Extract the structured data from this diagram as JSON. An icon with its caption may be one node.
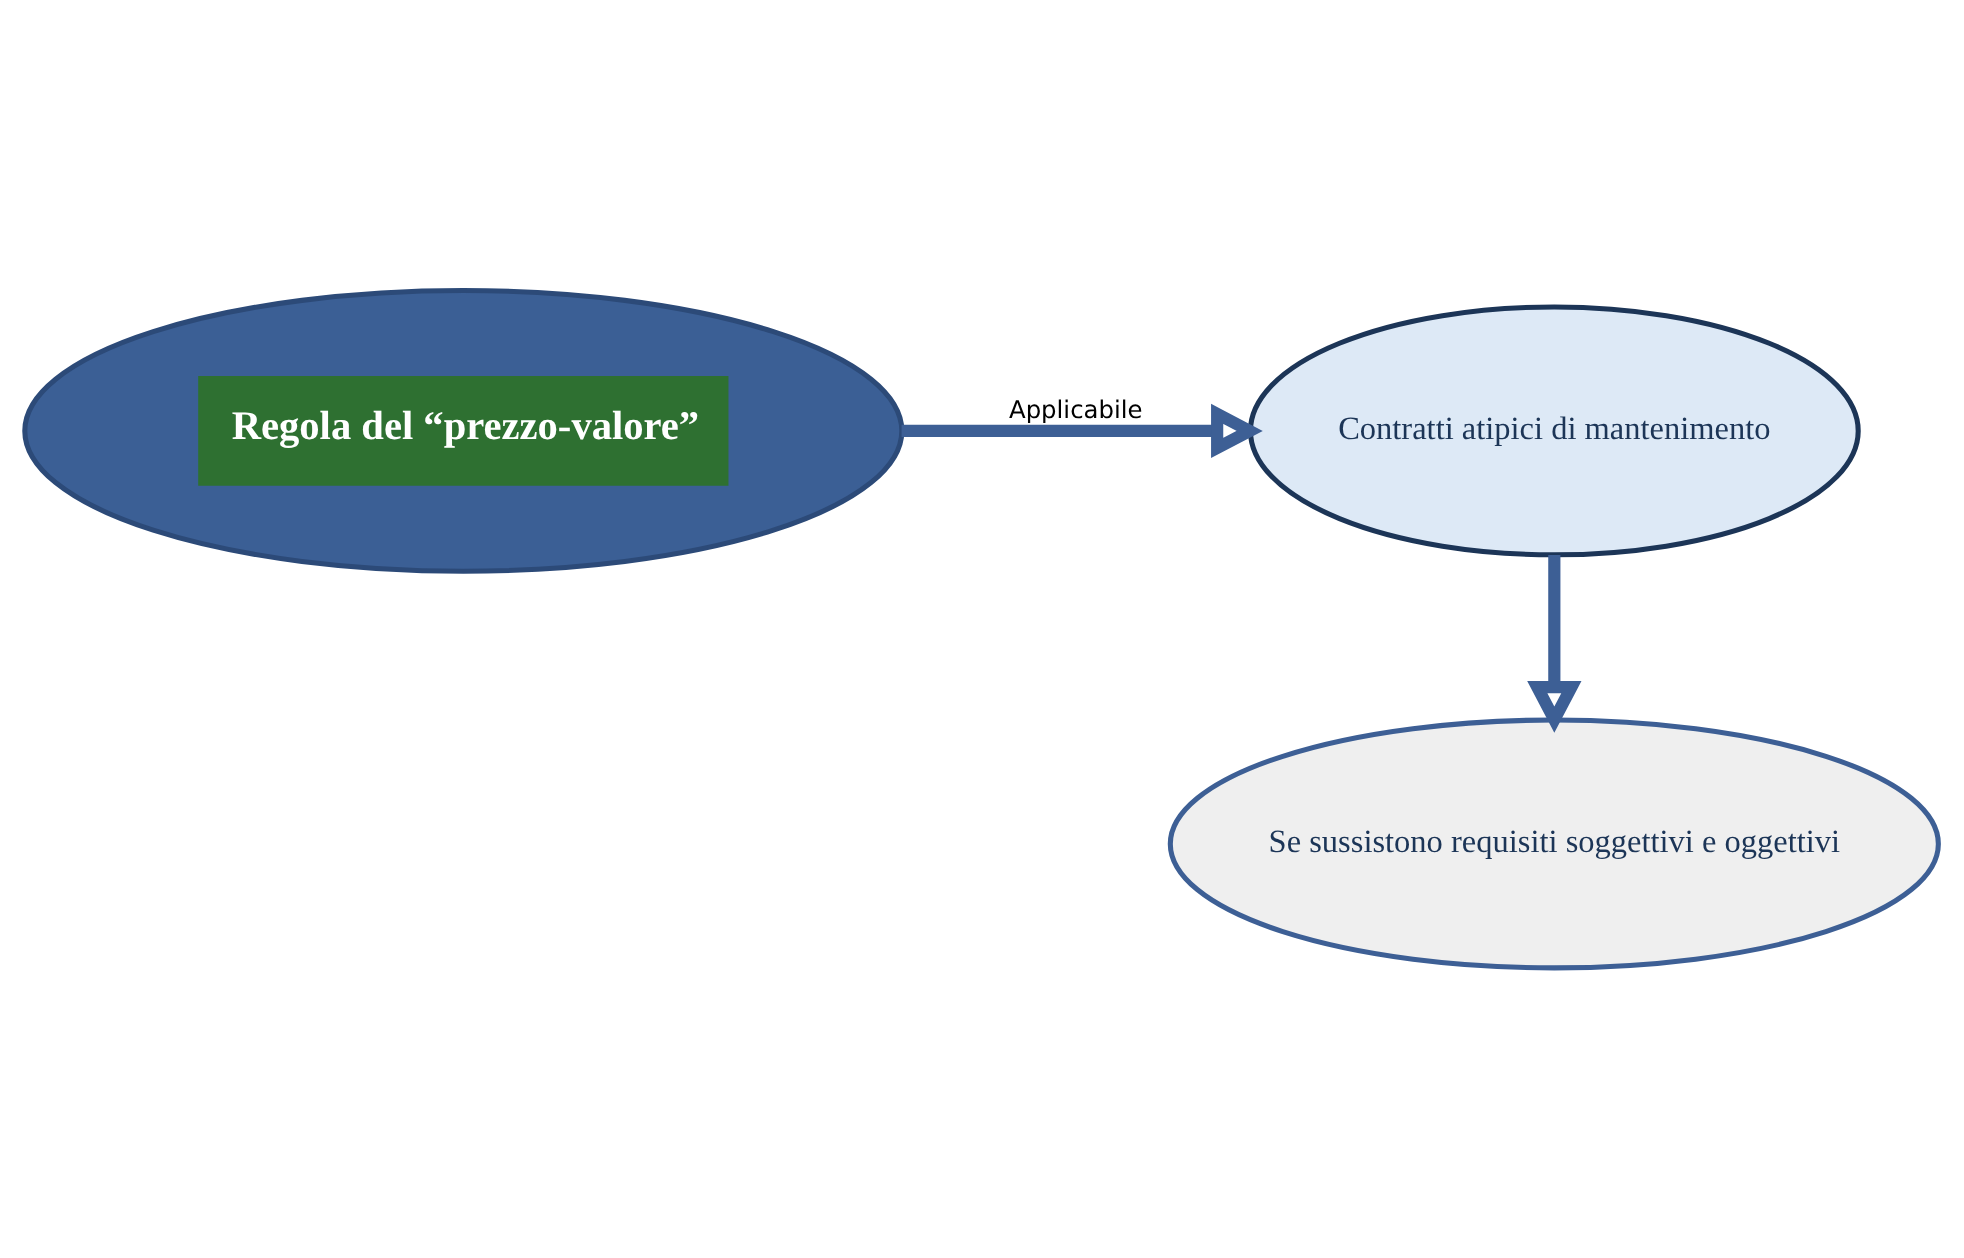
{
  "diagram": {
    "nodes": [
      {
        "text": [
          "Regola del “prezzo-valore”"
        ]
      },
      {
        "text": [
          "Contratti atipici di mantenimento"
        ]
      },
      {
        "text": [
          "Se sussistono requisiti soggettivi e oggettivi"
        ]
      }
    ],
    "edges": [
      {
        "from": 0,
        "to": 1,
        "arrow": "to",
        "label": "Applicabile"
      },
      {
        "from": 1,
        "to": 2,
        "arrow": "to"
      }
    ]
  }
}
